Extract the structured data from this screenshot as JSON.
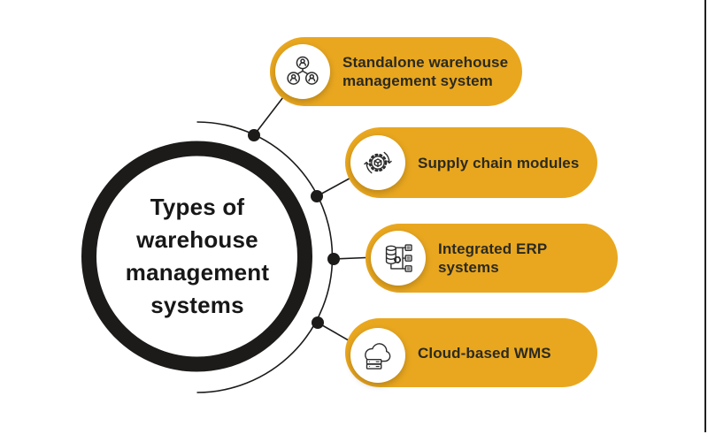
{
  "title": {
    "lines": [
      "Types of",
      "warehouse",
      "management",
      "systems"
    ]
  },
  "items": [
    {
      "icon": "users-network-icon",
      "lines": [
        "Standalone warehouse",
        "management system"
      ]
    },
    {
      "icon": "supply-chain-cycle-icon",
      "lines": [
        "Supply chain modules"
      ]
    },
    {
      "icon": "erp-integration-icon",
      "lines": [
        "Integrated ERP",
        "systems"
      ]
    },
    {
      "icon": "cloud-server-icon",
      "lines": [
        "Cloud-based WMS"
      ]
    }
  ],
  "colors": {
    "pill_fill": "#E9A71F",
    "ink": "#1C1B1A",
    "pill_text": "#2B2A20",
    "title_text": "#171717",
    "icon_stroke": "#2B2B2B",
    "circle_fill": "#FFFFFF",
    "edge_line": "#1F1F1F"
  }
}
